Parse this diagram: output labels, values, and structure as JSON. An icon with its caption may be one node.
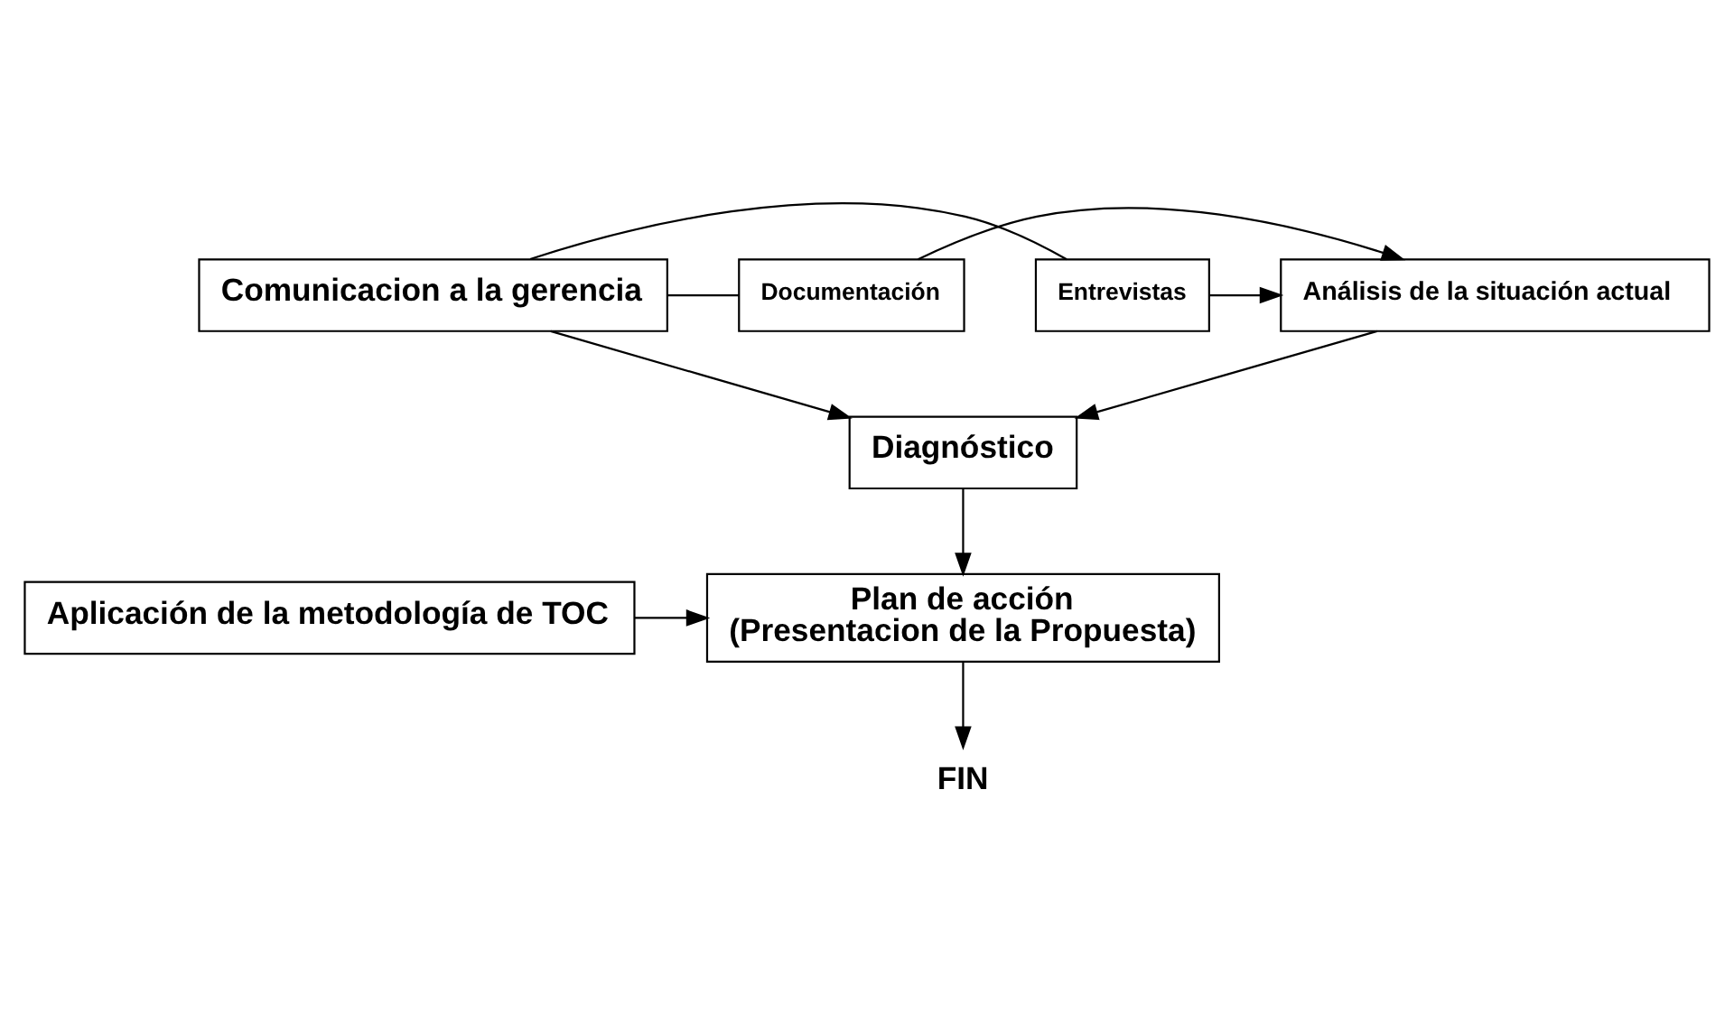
{
  "diagram": {
    "nodes": [
      {
        "text": [
          "Comunicacion a la gerencia"
        ]
      },
      {
        "text": [
          "Entrevistas"
        ]
      },
      {
        "text": [
          "Documentación"
        ]
      },
      {
        "text": [
          "Análisis de la situación actual"
        ]
      },
      {
        "text": [
          "Diagnóstico"
        ]
      },
      {
        "text": [
          "Plan de acción",
          "(Presentacion de la Propuesta)"
        ]
      },
      {
        "text": [
          "Aplicación de la metodología de TOC"
        ]
      },
      {
        "text": [
          "FIN"
        ]
      }
    ],
    "edges": [
      {
        "from": 0,
        "to": 1,
        "arrow": "none"
      },
      {
        "from": 0,
        "to": 2,
        "arrow": "none"
      },
      {
        "from": 1,
        "to": 3,
        "arrow": "to"
      },
      {
        "from": 2,
        "to": 3,
        "arrow": "to"
      },
      {
        "from": 0,
        "to": 4,
        "arrow": "to"
      },
      {
        "from": 3,
        "to": 4,
        "arrow": "to"
      },
      {
        "from": 4,
        "to": 5,
        "arrow": "to"
      },
      {
        "from": 6,
        "to": 5,
        "arrow": "to"
      },
      {
        "from": 5,
        "to": 7,
        "arrow": "to"
      }
    ]
  }
}
